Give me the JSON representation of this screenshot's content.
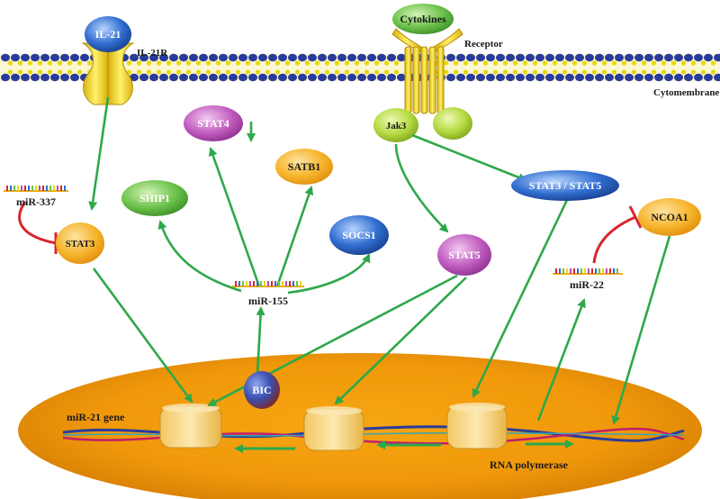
{
  "labels": {
    "il21": "IL-21",
    "il21r": "IL-21R",
    "cytokines": "Cytokines",
    "receptor": "Receptor",
    "cytomembrane": "Cytomembrane",
    "jak3": "Jak3",
    "stat4": "STAT4",
    "satb1": "SATB1",
    "ship1": "SHIP1",
    "socs1": "SOCS1",
    "stat3_stat5": "STAT3 / STAT5",
    "stat3": "STAT3",
    "stat5": "STAT5",
    "ncoa1": "NCOA1",
    "mir337": "miR-337",
    "mir155": "miR-155",
    "mir22": "miR-22",
    "bic": "BIC",
    "mir21_gene": "miR-21 gene",
    "rna_polymerase": "RNA polymerase"
  },
  "colors": {
    "arrow_green": "#2ea84a",
    "inhibit_red": "#d8262e",
    "membrane_blue": "#2a3c9a",
    "membrane_yellow": "#e8d80c",
    "nucleus_orange": "#f3a10c",
    "stat_orange": "#f7b52c",
    "purple": "#b54fb3",
    "green_node": "#6cc24a",
    "blue_node": "#2f6dd0",
    "lime": "#b4d940"
  }
}
